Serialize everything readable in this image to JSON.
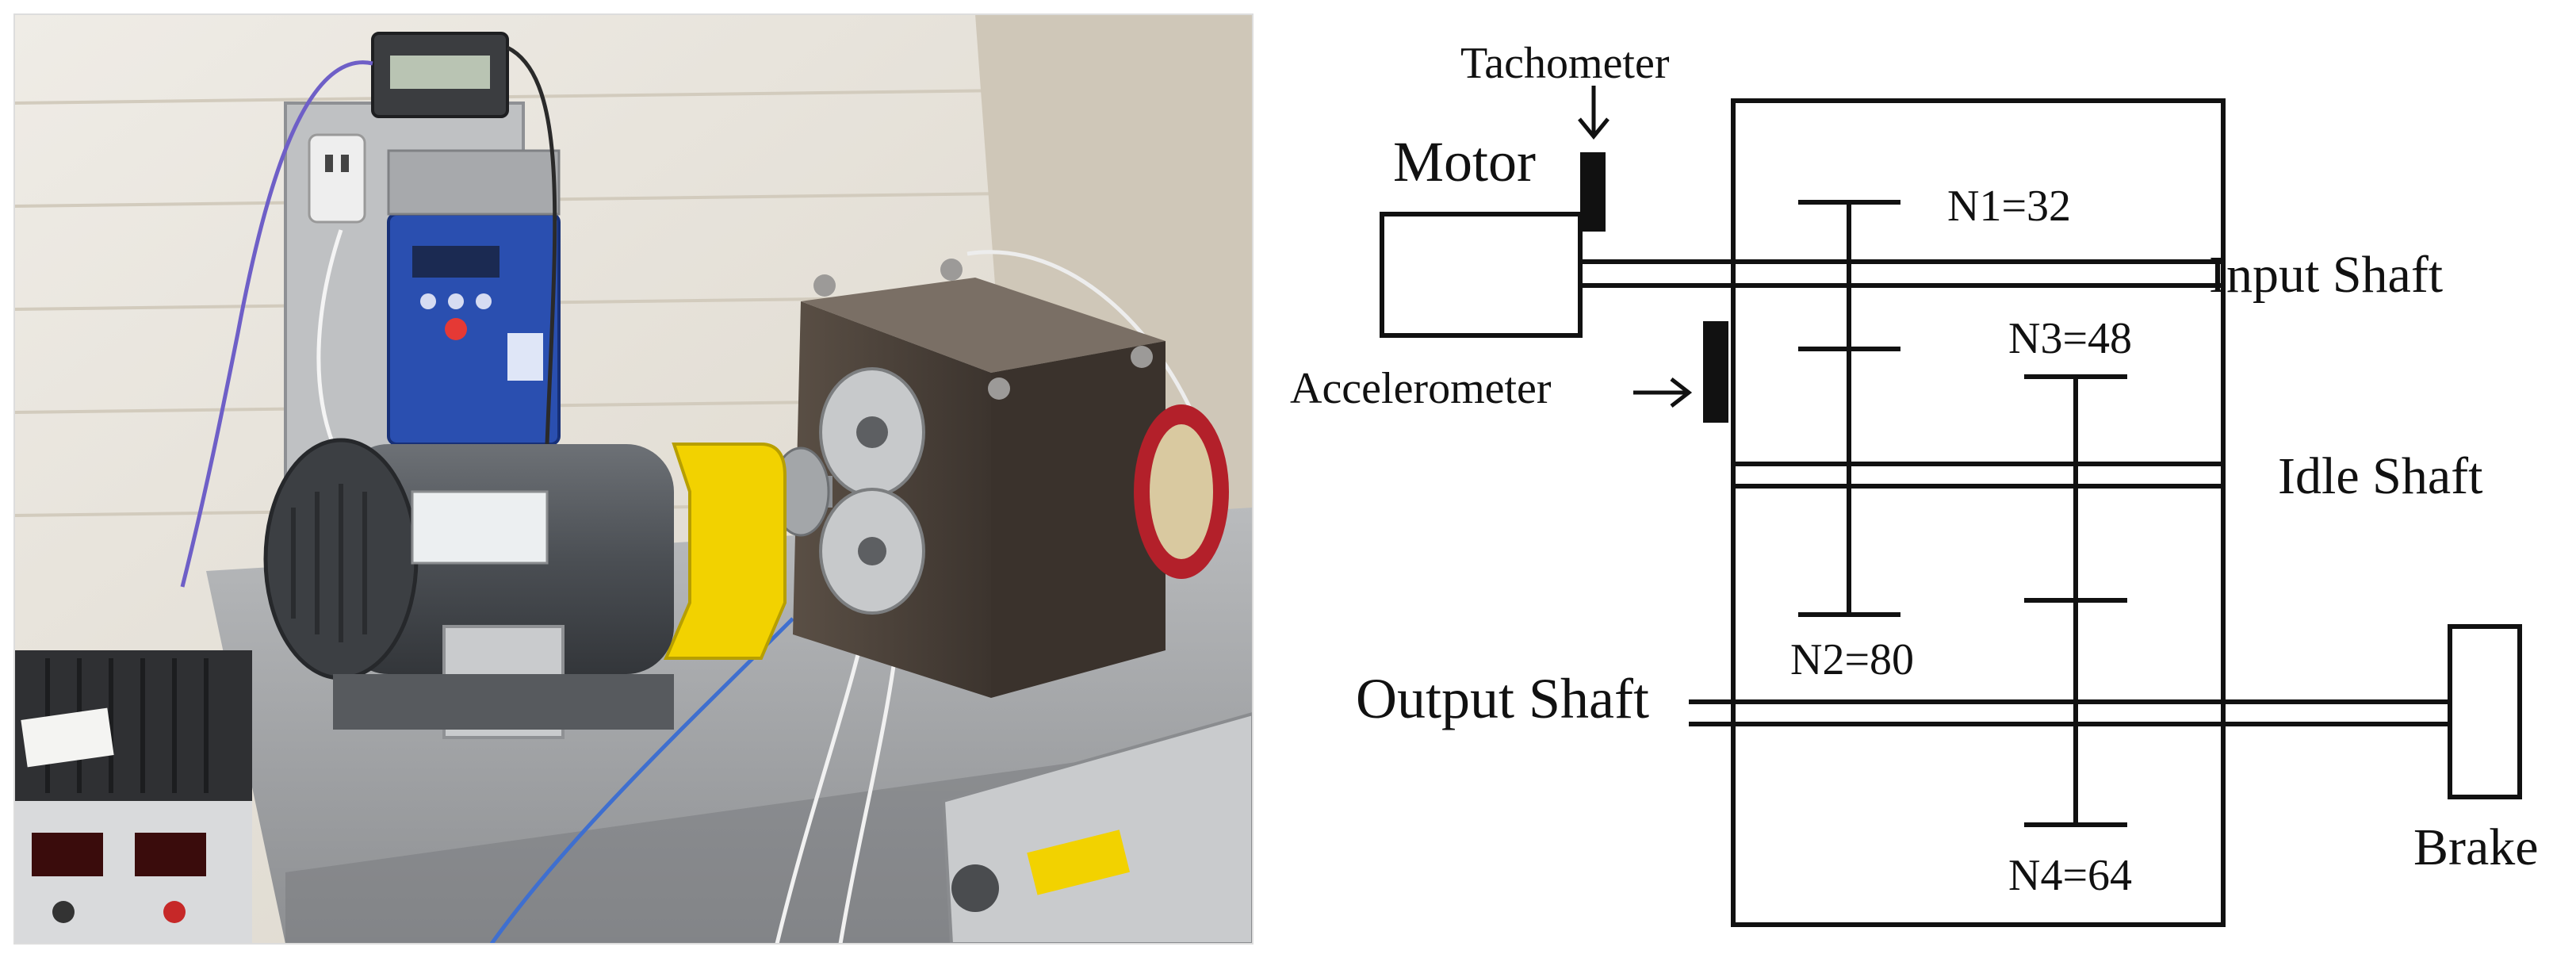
{
  "photo": {
    "caption": "",
    "parts": [
      "frequency-inverter",
      "rpm-display",
      "electric-motor",
      "shaft-coupling",
      "gearbox",
      "power-supply"
    ]
  },
  "diagram": {
    "labels": {
      "tachometer": "Tachometer",
      "motor": "Motor",
      "accelerometer": "Accelerometer",
      "input_shaft": "Input Shaft",
      "idle_shaft": "Idle Shaft",
      "output_shaft": "Output Shaft",
      "brake": "Brake"
    },
    "gears": {
      "n1": "N1=32",
      "n2": "N2=80",
      "n3": "N3=48",
      "n4": "N4=64"
    },
    "arrow_glyph": "→"
  },
  "colors": {
    "line": "#111111",
    "background": "#ffffff",
    "inverter_blue": "#2a4fb0",
    "guard_yellow": "#f2d200",
    "motor_grey": "#55595e",
    "gearbox_brown": "#4a4038",
    "brake_red": "#b3202a",
    "wall": "#e9e5dc",
    "bench": "#a9abad"
  }
}
